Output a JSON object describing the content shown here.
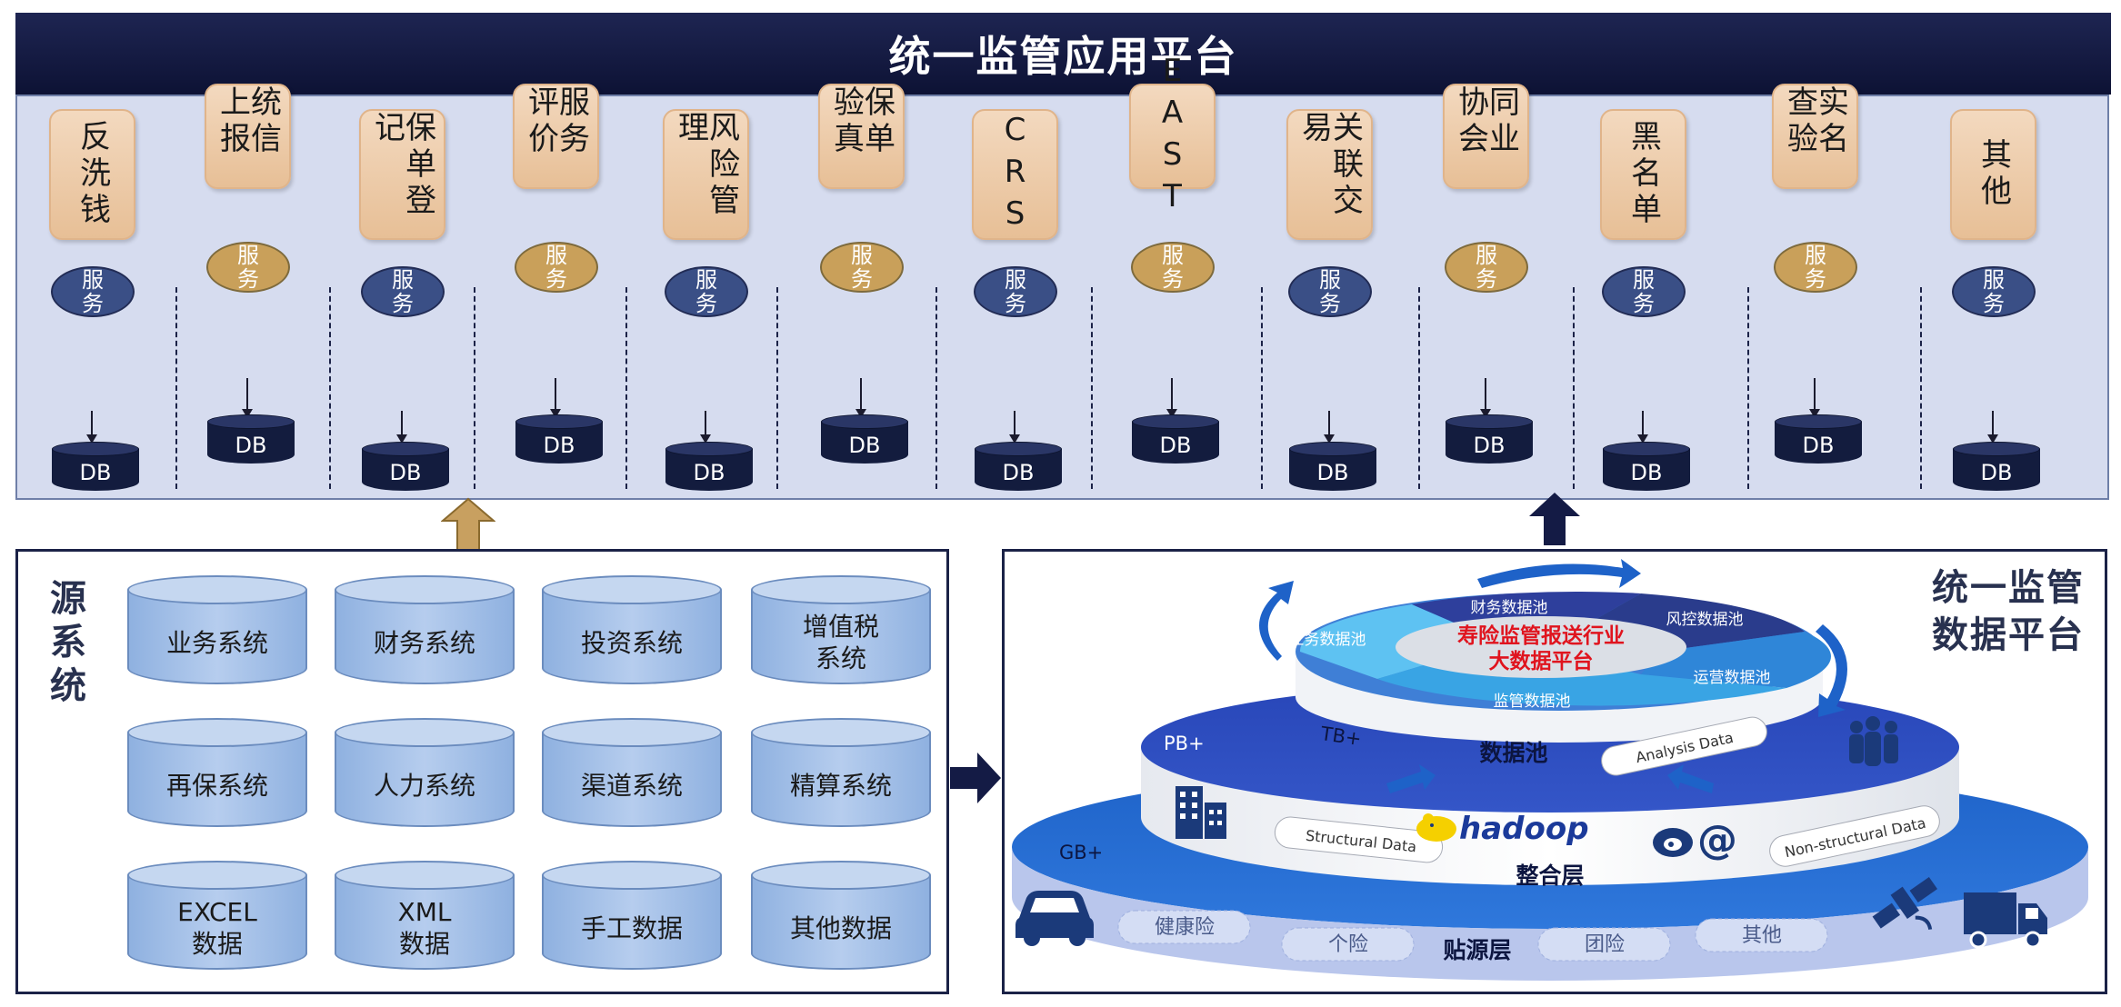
{
  "app_platform": {
    "title": "统一监管应用平台",
    "service_label": "服务",
    "db_label": "DB",
    "apps": [
      {
        "label": "反洗钱",
        "style": "blue"
      },
      {
        "label": "统信上报",
        "style": "gold"
      },
      {
        "label": "保单登记",
        "style": "blue"
      },
      {
        "label": "服务评价",
        "style": "gold"
      },
      {
        "label": "风险管理",
        "style": "blue"
      },
      {
        "label": "保单验真",
        "style": "gold"
      },
      {
        "label": "CRS",
        "style": "blue"
      },
      {
        "label": "EAST",
        "style": "gold"
      },
      {
        "label": "关联交易",
        "style": "blue"
      },
      {
        "label": "同业协会",
        "style": "gold"
      },
      {
        "label": "黑名单",
        "style": "blue"
      },
      {
        "label": "实名查验",
        "style": "gold"
      },
      {
        "label": "其他",
        "style": "blue"
      }
    ]
  },
  "source_systems": {
    "title": "源系统",
    "items": [
      "业务系统",
      "财务系统",
      "投资系统",
      "增值税\n系统",
      "再保系统",
      "人力系统",
      "渠道系统",
      "精算系统",
      "EXCEL\n数据",
      "XML\n数据",
      "手工数据",
      "其他数据"
    ]
  },
  "data_platform": {
    "title_line1": "统一监管",
    "title_line2": "数据平台",
    "pools": [
      "财务数据池",
      "风控数据池",
      "业务数据池",
      "运营数据池",
      "监管数据池"
    ],
    "center_line1": "寿险监管报送行业",
    "center_line2": "大数据平台",
    "tier_tb": "TB+",
    "tier_pb": "PB+",
    "tier_gb": "GB+",
    "pool_layer": "数据池",
    "analysis_data": "Analysis Data",
    "structural_data": "Structural Data",
    "non_structural_data": "Non-structural Data",
    "hadoop": "hadoop",
    "integration_layer": "整合层",
    "source_layer": "贴源层",
    "source_items": [
      "健康险",
      "个险",
      "团险",
      "其他"
    ]
  },
  "colors": {
    "navy": "#141b45",
    "panel": "#d6dcef",
    "card": "#efcfae",
    "service_blue": "#3a4f86",
    "service_gold": "#c9a05a",
    "platform_blue": "#2857c5",
    "center_red": "#e0141e"
  }
}
